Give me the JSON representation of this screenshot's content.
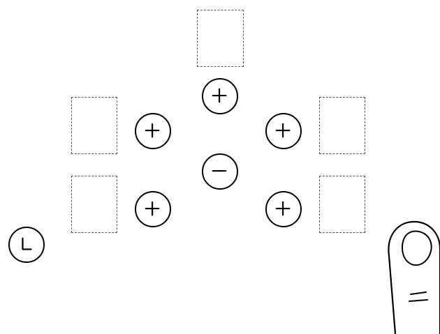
{
  "slots": [
    {
      "id": "top",
      "state": "empty"
    },
    {
      "id": "left-upper",
      "state": "empty"
    },
    {
      "id": "left-lower",
      "state": "empty"
    },
    {
      "id": "right-upper",
      "state": "empty"
    },
    {
      "id": "right-lower",
      "state": "empty"
    }
  ],
  "controls": {
    "add_buttons": [
      {
        "id": "top",
        "icon": "plus-circle-icon"
      },
      {
        "id": "left-upper",
        "icon": "plus-circle-icon"
      },
      {
        "id": "right-upper",
        "icon": "plus-circle-icon"
      },
      {
        "id": "left-lower",
        "icon": "plus-circle-icon"
      },
      {
        "id": "right-lower",
        "icon": "plus-circle-icon"
      }
    ],
    "remove_button": {
      "icon": "minus-circle-icon"
    },
    "corner_button": {
      "icon": "corner-l-icon"
    }
  },
  "cursor": {
    "icon": "pointing-finger-icon"
  },
  "colors": {
    "stroke": "#000000",
    "dashed_border": "#555555",
    "background": "#ffffff"
  }
}
